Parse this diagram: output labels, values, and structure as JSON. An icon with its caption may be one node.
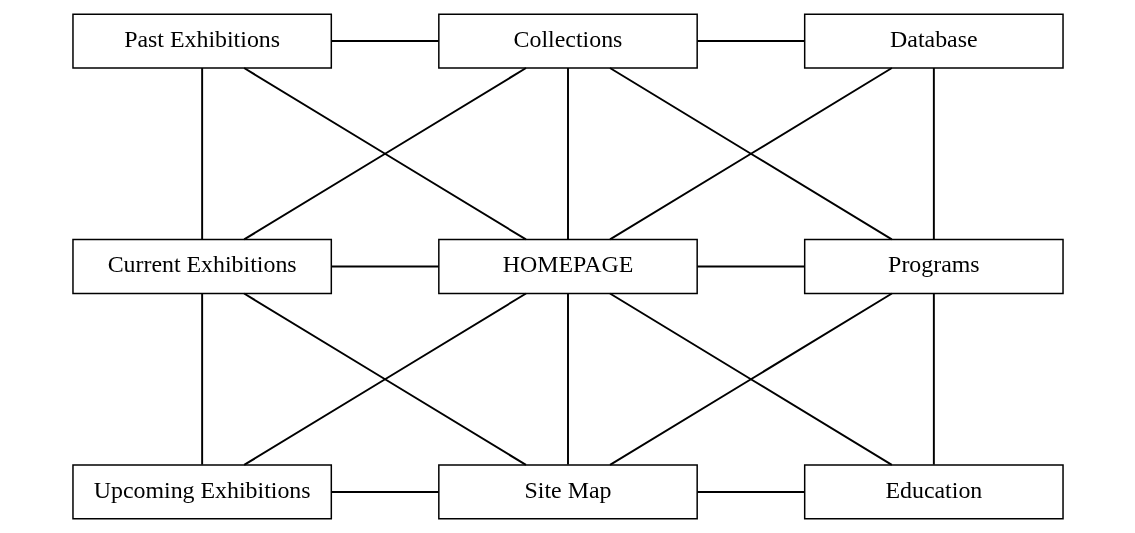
{
  "diagram": {
    "nodes": [
      {
        "text": [
          "Past Exhibitions"
        ]
      },
      {
        "text": [
          "Collections"
        ]
      },
      {
        "text": [
          "Database"
        ]
      },
      {
        "text": [
          "Current Exhibitions"
        ]
      },
      {
        "text": [
          "HOMEPAGE"
        ]
      },
      {
        "text": [
          "Programs"
        ]
      },
      {
        "text": [
          "Upcoming Exhibitions"
        ]
      },
      {
        "text": [
          "Site Map"
        ]
      },
      {
        "text": [
          "Education"
        ]
      }
    ],
    "edges": [
      {
        "from": 0,
        "to": 1,
        "arrow": "none"
      },
      {
        "from": 1,
        "to": 2,
        "arrow": "none"
      },
      {
        "from": 0,
        "to": 3,
        "arrow": "none"
      },
      {
        "from": 0,
        "to": 4,
        "arrow": "none"
      },
      {
        "from": 1,
        "to": 3,
        "arrow": "none"
      },
      {
        "from": 1,
        "to": 4,
        "arrow": "none"
      },
      {
        "from": 1,
        "to": 5,
        "arrow": "none"
      },
      {
        "from": 2,
        "to": 4,
        "arrow": "none"
      },
      {
        "from": 2,
        "to": 5,
        "arrow": "none"
      },
      {
        "from": 3,
        "to": 4,
        "arrow": "none"
      },
      {
        "from": 4,
        "to": 5,
        "arrow": "none"
      },
      {
        "from": 3,
        "to": 6,
        "arrow": "none"
      },
      {
        "from": 3,
        "to": 7,
        "arrow": "none"
      },
      {
        "from": 4,
        "to": 6,
        "arrow": "none"
      },
      {
        "from": 4,
        "to": 7,
        "arrow": "none"
      },
      {
        "from": 4,
        "to": 8,
        "arrow": "none"
      },
      {
        "from": 5,
        "to": 7,
        "arrow": "none"
      },
      {
        "from": 5,
        "to": 8,
        "arrow": "none"
      },
      {
        "from": 6,
        "to": 7,
        "arrow": "none"
      },
      {
        "from": 7,
        "to": 8,
        "arrow": "none"
      }
    ]
  }
}
